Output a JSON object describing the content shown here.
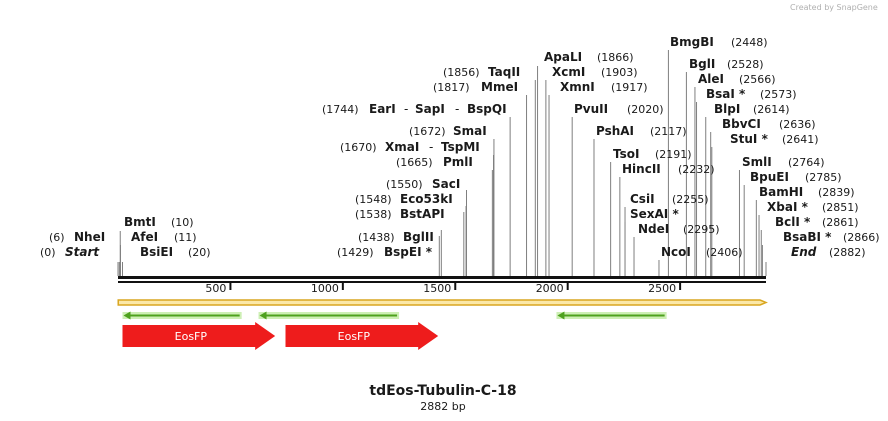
{
  "credit": "Created by SnapGene",
  "title": "tdEos-Tubulin-C-18",
  "length_label": "2882 bp",
  "sequence_length": 2882,
  "colors": {
    "backbone": "#111111",
    "feature": "#ee1c1c",
    "primer_outline": "#d9a620",
    "primer_fill": "#fbe8a8",
    "orf": "#4ea11e",
    "orf_bg": "#cdefb4",
    "leader": "#7f7f7f"
  },
  "ruler_ticks": [
    "500",
    "1000",
    "1500",
    "2000",
    "2500"
  ],
  "ruler_values": [
    500,
    1000,
    1500,
    2000,
    2500
  ],
  "features": [
    {
      "label": "EosFP",
      "start": 20,
      "end": 699,
      "direction": "forward"
    },
    {
      "label": "EosFP",
      "start": 745,
      "end": 1424,
      "direction": "forward"
    }
  ],
  "primer_span": {
    "start": 1,
    "end": 2882,
    "direction": "forward"
  },
  "orfs": [
    {
      "start": 20,
      "end": 550,
      "direction": "reverse"
    },
    {
      "start": 625,
      "end": 1250,
      "direction": "reverse"
    },
    {
      "start": 1950,
      "end": 2440,
      "direction": "reverse"
    }
  ],
  "sites": [
    {
      "name": "Start",
      "pos": "(0)",
      "site": 0,
      "italic": true
    },
    {
      "name": "NheI",
      "pos": "(6)",
      "site": 6
    },
    {
      "name": "BmtI",
      "pos": "(10)",
      "site": 10
    },
    {
      "name": "AfeI",
      "pos": "(11)",
      "site": 11
    },
    {
      "name": "BsiEI",
      "pos": "(20)",
      "site": 20
    },
    {
      "name": "BspEI *",
      "pos": "(1429)",
      "site": 1429
    },
    {
      "name": "BglII",
      "pos": "(1438)",
      "site": 1438
    },
    {
      "name": "BstAPI",
      "pos": "(1538)",
      "site": 1538
    },
    {
      "name": "Eco53kI",
      "pos": "(1548)",
      "site": 1548
    },
    {
      "name": "SacI",
      "pos": "(1550)",
      "site": 1550
    },
    {
      "name": "PmlI",
      "pos": "(1665)",
      "site": 1665
    },
    {
      "name": "XmaI",
      "pos": "(1670)",
      "site": 1670,
      "alias": "TspMI"
    },
    {
      "name": "SmaI",
      "pos": "(1672)",
      "site": 1672
    },
    {
      "name": "EarI",
      "pos": "(1744)",
      "site": 1744,
      "alias": "SapI",
      "alias2": "BspQI"
    },
    {
      "name": "MmeI",
      "pos": "(1817)",
      "site": 1817
    },
    {
      "name": "TaqII",
      "pos": "(1856)",
      "site": 1856
    },
    {
      "name": "ApaLI",
      "pos": "(1866)",
      "site": 1866
    },
    {
      "name": "XcmI",
      "pos": "(1903)",
      "site": 1903
    },
    {
      "name": "XmnI",
      "pos": "(1917)",
      "site": 1917
    },
    {
      "name": "PvuII",
      "pos": "(2020)",
      "site": 2020
    },
    {
      "name": "PshAI",
      "pos": "(2117)",
      "site": 2117
    },
    {
      "name": "TsoI",
      "pos": "(2191)",
      "site": 2191
    },
    {
      "name": "HincII",
      "pos": "(2232)",
      "site": 2232
    },
    {
      "name": "CsiI",
      "pos": "(2255)",
      "site": 2255
    },
    {
      "name": "SexAI *",
      "pos": "",
      "site": 2255
    },
    {
      "name": "NdeI",
      "pos": "(2295)",
      "site": 2295
    },
    {
      "name": "NcoI",
      "pos": "(2406)",
      "site": 2406
    },
    {
      "name": "BmgBI",
      "pos": "(2448)",
      "site": 2448
    },
    {
      "name": "BglI",
      "pos": "(2528)",
      "site": 2528
    },
    {
      "name": "AleI",
      "pos": "(2566)",
      "site": 2566
    },
    {
      "name": "BsaI *",
      "pos": "(2573)",
      "site": 2573
    },
    {
      "name": "BlpI",
      "pos": "(2614)",
      "site": 2614
    },
    {
      "name": "BbvCI",
      "pos": "(2636)",
      "site": 2636
    },
    {
      "name": "StuI *",
      "pos": "(2641)",
      "site": 2641
    },
    {
      "name": "SmlI",
      "pos": "(2764)",
      "site": 2764
    },
    {
      "name": "BpuEI",
      "pos": "(2785)",
      "site": 2785
    },
    {
      "name": "BamHI",
      "pos": "(2839)",
      "site": 2839
    },
    {
      "name": "XbaI *",
      "pos": "(2851)",
      "site": 2851
    },
    {
      "name": "BclI *",
      "pos": "(2861)",
      "site": 2861
    },
    {
      "name": "BsaBI *",
      "pos": "(2866)",
      "site": 2866
    },
    {
      "name": "End",
      "pos": "(2882)",
      "site": 2882,
      "italic": true
    }
  ]
}
